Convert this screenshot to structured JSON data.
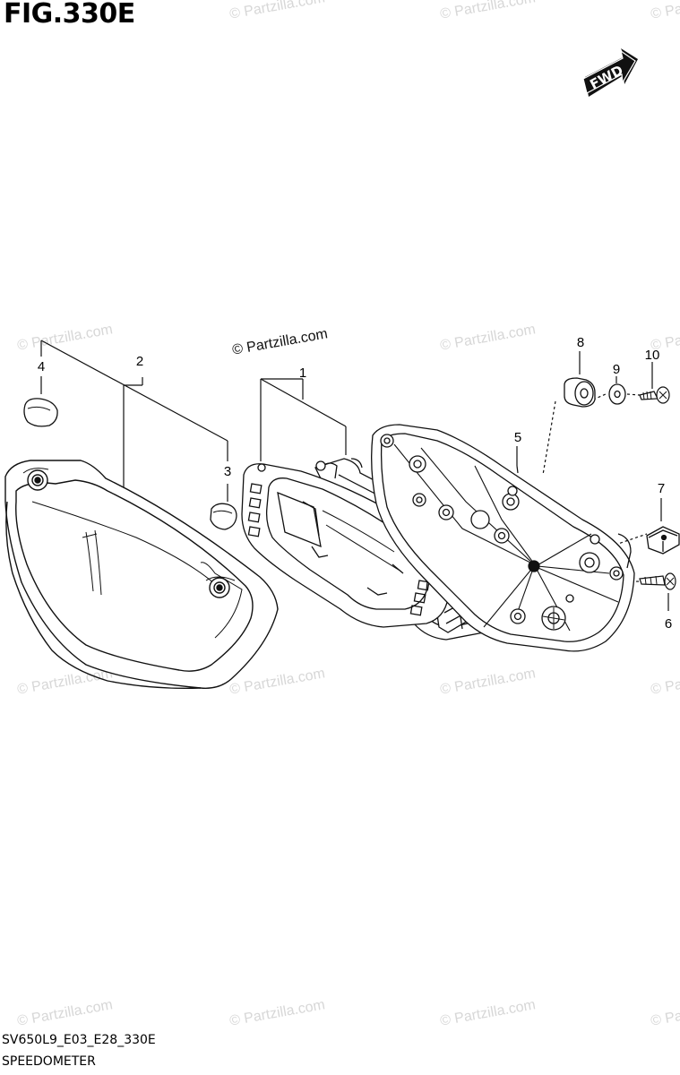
{
  "figure": {
    "title": "FIG.330E",
    "fwd_label": "FWD",
    "code": "SV650L9_E03_E28_330E",
    "name": "SPEEDOMETER"
  },
  "watermark": {
    "text": "© Partzilla.com"
  },
  "callouts": {
    "c1": "1",
    "c2": "2",
    "c3": "3",
    "c4": "4",
    "c5": "5",
    "c6": "6",
    "c7": "7",
    "c8": "8",
    "c9": "9",
    "c10": "10"
  }
}
